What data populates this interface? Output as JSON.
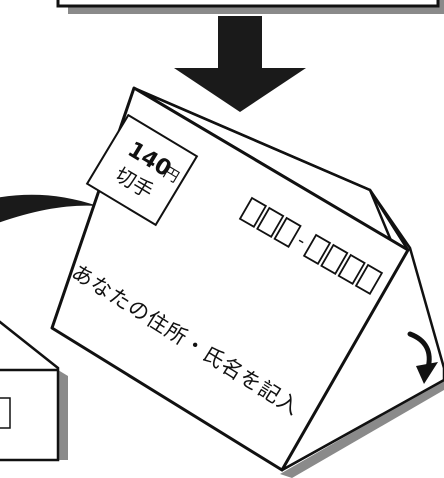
{
  "stamp": {
    "price": "140",
    "unit": "円",
    "label": "切手"
  },
  "postal_code": {
    "separator": "-"
  },
  "address_text": "あなたの住所・氏名を記入",
  "colors": {
    "ink": "#111111",
    "shadow": "#8a8a8a",
    "paper": "#ffffff"
  }
}
